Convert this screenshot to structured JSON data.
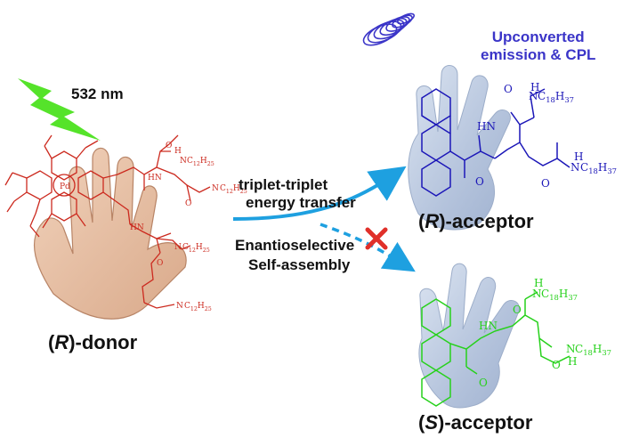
{
  "wavelength": "532 nm",
  "upconverted": {
    "line1": "Upconverted",
    "line2": "emission & CPL"
  },
  "process": {
    "transfer_line1": "triplet-triplet",
    "transfer_line2": "energy transfer",
    "assembly_line1": "Enantioselective",
    "assembly_line2": "Self-assembly"
  },
  "donor": {
    "label": "(R)-donor",
    "prefix": "(",
    "chirality": "R",
    "suffix": ")-donor",
    "metal": "Pd"
  },
  "r_acceptor": {
    "prefix": "(",
    "chirality": "R",
    "suffix": ")-acceptor"
  },
  "s_acceptor": {
    "prefix": "(",
    "chirality": "S",
    "suffix": ")-acceptor"
  },
  "chem": {
    "c12": "C12H25",
    "c18": "C18H37",
    "nh": "N",
    "h": "H",
    "hn": "HN",
    "o": "O"
  },
  "colors": {
    "laser": "#55e32a",
    "donor": "#cc2a1f",
    "r_acceptor": "#1c17b8",
    "s_acceptor": "#27d11c",
    "arrow": "#1ea0e0",
    "cross": "#e0302a",
    "glove": "#b9c8df",
    "hand": "#e8c2a6",
    "emission": "#3b35c8"
  }
}
